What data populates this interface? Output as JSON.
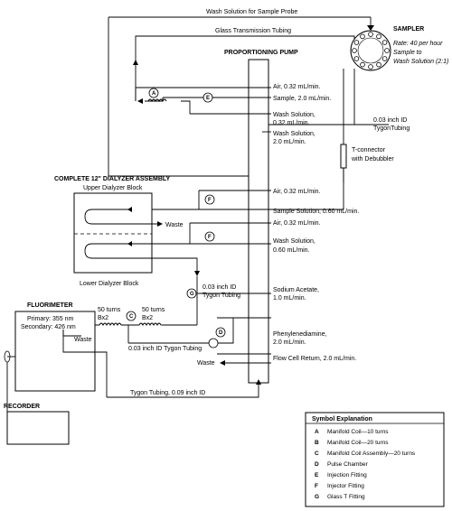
{
  "labels": {
    "wash_probe": "Wash Solution for Sample Probe",
    "glass_tubing": "Glass Transmission Tubing",
    "pump_title": "PROPORTIONING PUMP",
    "sampler_title": "SAMPLER",
    "sampler_rate": "Rate: 40 per hour",
    "sampler_ratio_1": "Sample to",
    "sampler_ratio_2": "Wash Solution (2:1)",
    "tygon_1": "0.03 inch ID",
    "tygon_2": "TygonTubing",
    "tconn_1": "T-connector",
    "tconn_2": "with Debubbler",
    "dialyzer_title": "COMPLETE 12\" DIALYZER ASSEMBLY",
    "upper_block": "Upper Dialyzer Block",
    "lower_block": "Lower Dialyzer Block",
    "waste": "Waste",
    "tygon_g_1": "0.03 inch ID",
    "tygon_g_2": "Tygon Tubing",
    "fluor_title": "FLUORIMETER",
    "primary": "Primary: 355 nm",
    "secondary": "Secondary: 426 nm",
    "turns_left_1": "50 turns",
    "turns_left_2": "Bx2",
    "turns_right_1": "50 turns",
    "turns_right_2": "Bx2",
    "tygon_c": "0.03 inch ID Tygon Tubing",
    "tygon_bottom": "Tygon Tubing, 0.09 inch ID",
    "recorder": "RECORDER"
  },
  "pump_lines": [
    "Air, 0.32 mL/min.",
    "Sample, 2.0 mL/min.",
    "Wash Solution,",
    "0.32 mL/min.",
    "Wash Solution,",
    "2.0 mL/min.",
    "Air, 0.32 mL/min.",
    "Sample Solution, 0.60 mL/min.",
    "Air, 0.32 mL/min.",
    "Wash Solution,",
    "0.60 mL/min.",
    "Sodium Acetate,",
    "1.0 mL/min.",
    "Phenylenediamine,",
    "2.0 mL/min.",
    "Flow Cell Return, 2.0 mL/min."
  ],
  "markers": [
    "A",
    "E",
    "F",
    "F",
    "G",
    "C",
    "D"
  ],
  "legend": {
    "title": "Symbol Explanation",
    "items": [
      {
        "sym": "A",
        "desc": "Manifold Coil—10 turns"
      },
      {
        "sym": "B",
        "desc": "Manifold Coil—20 turns"
      },
      {
        "sym": "C",
        "desc": "Manifold Coil Assembly—20 turns"
      },
      {
        "sym": "D",
        "desc": "Pulse Chamber"
      },
      {
        "sym": "E",
        "desc": "Injection Fitting"
      },
      {
        "sym": "F",
        "desc": "Injector Fitting"
      },
      {
        "sym": "G",
        "desc": "Glass T Fitting"
      }
    ]
  }
}
